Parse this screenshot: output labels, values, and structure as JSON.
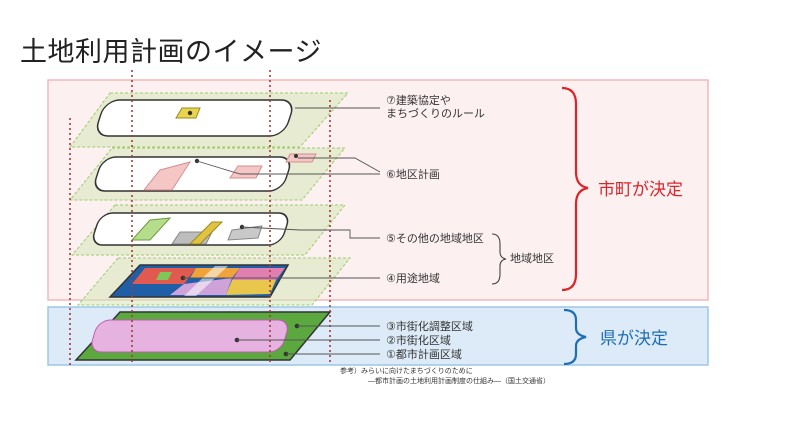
{
  "slide": {
    "title": "土地利用計画のイメージ"
  },
  "layers": {
    "l7_line1": "⑦建築協定や",
    "l7_line2": "まちづくりのルール",
    "l6": "⑥地区計画",
    "l5": "⑤その他の地域地区",
    "l4": "④用途地域",
    "l3": "③市街化調整区域",
    "l2": "②市街化区域",
    "l1": "①都市計画区域"
  },
  "bracket": {
    "local_districts": "地域地区"
  },
  "regions": {
    "municipal": "市町が決定",
    "prefecture": "県が決定"
  },
  "source": {
    "line1": "参考）みらいに向けたまちづくりのために",
    "line2": "―都市計画の土地利用計画制度の仕組み―（国土交通省）"
  },
  "colors": {
    "municipal_fill": "#fcf0f0",
    "municipal_border": "#f2b8b8",
    "prefecture_fill": "#dcebf7",
    "prefecture_border": "#9cc7e6",
    "red_accent": "#d9262b",
    "blue_accent": "#1f6eb5",
    "green_layer": "#c6e0a3",
    "urban_area": "#e6b3e0",
    "plan_green": "#5aa83e",
    "dotted_guide": "#a33b3b"
  }
}
